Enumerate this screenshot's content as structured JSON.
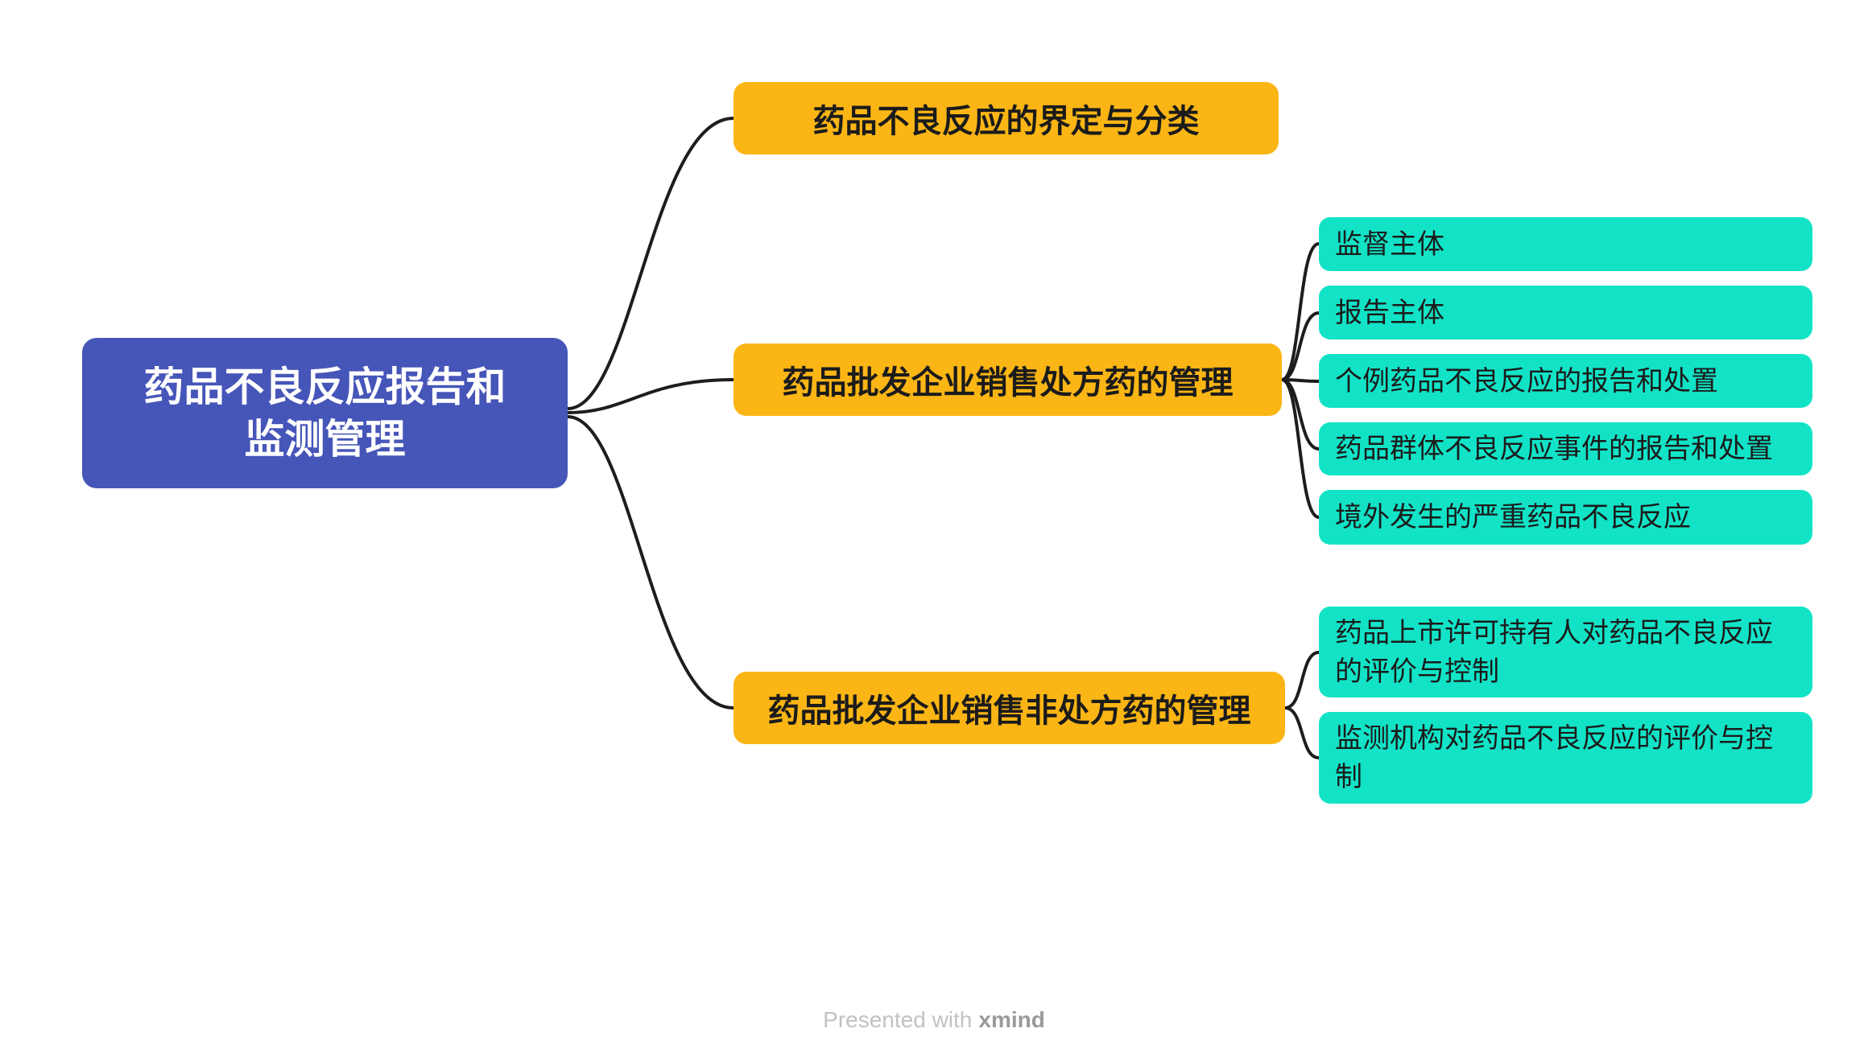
{
  "colors": {
    "root_bg": "#4655B8",
    "branch_bg": "#FBB615",
    "child_bg": "#12E3C7",
    "connector_line": "#1D1D1D",
    "root_text": "#FFFFFF",
    "node_text": "#1B1B1B"
  },
  "mindmap": {
    "root": {
      "label": "药品不良反应报告和\n监测管理"
    },
    "branches": [
      {
        "label": "药品不良反应的界定与分类",
        "children": []
      },
      {
        "label": "药品批发企业销售处方药的管理",
        "children": [
          {
            "label": "监督主体"
          },
          {
            "label": "报告主体"
          },
          {
            "label": "个例药品不良反应的报告和处置"
          },
          {
            "label": "药品群体不良反应事件的报告和处置"
          },
          {
            "label": "境外发生的严重药品不良反应"
          }
        ]
      },
      {
        "label": "药品批发企业销售非处方药的管理",
        "children": [
          {
            "label": "药品上市许可持有人对药品不良反应的评价与控制"
          },
          {
            "label": "监测机构对药品不良反应的评价与控制"
          }
        ]
      }
    ]
  },
  "footer": {
    "presented_with": "Presented with",
    "brand": "xmind"
  }
}
